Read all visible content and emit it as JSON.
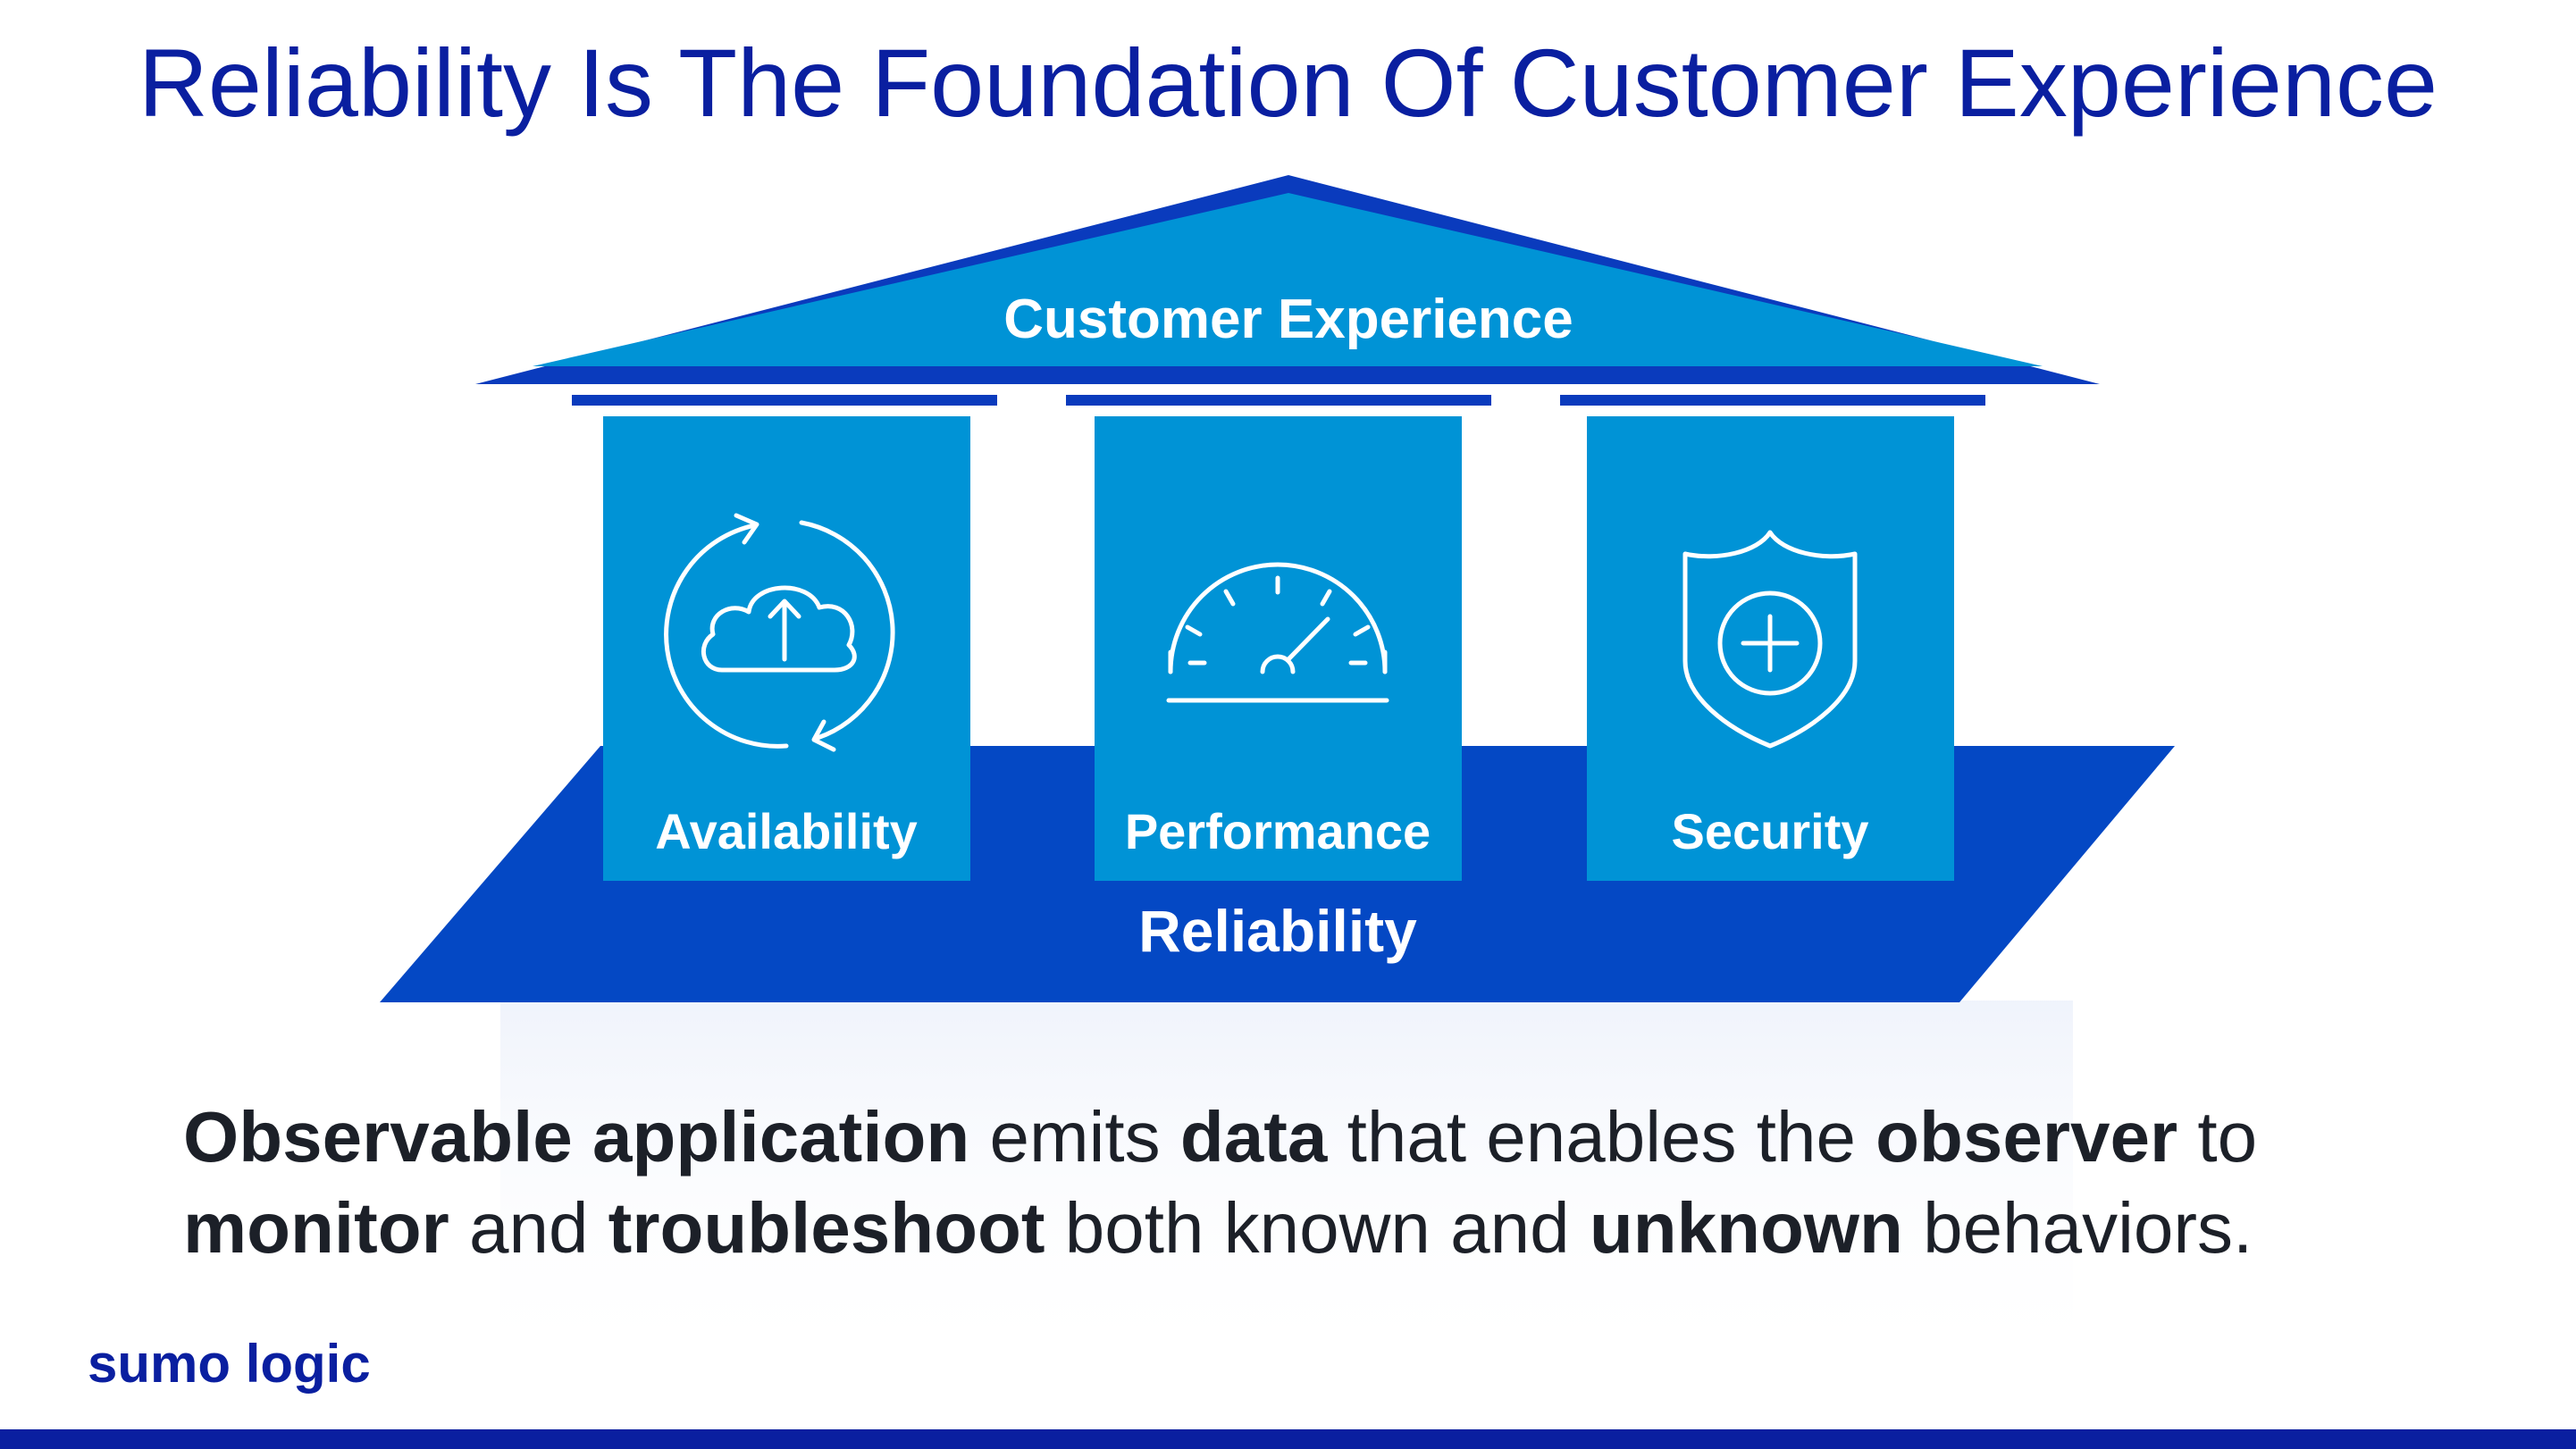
{
  "title": "Reliability Is The Foundation Of Customer Experience",
  "diagram": {
    "roof_label": "Customer Experience",
    "base_label": "Reliability",
    "pillars": [
      {
        "label": "Availability",
        "icon": "cloud-upload-cycle-icon"
      },
      {
        "label": "Performance",
        "icon": "speedometer-icon"
      },
      {
        "label": "Security",
        "icon": "shield-plus-icon"
      }
    ],
    "colors": {
      "roof": "#0093d6",
      "roof_outline": "#0a3bbd",
      "pillar": "#0093d6",
      "base": "#0448c4",
      "text": "#ffffff"
    }
  },
  "statement": {
    "line1": [
      {
        "text": "Observable application",
        "bold": true
      },
      {
        "text": " emits ",
        "bold": false
      },
      {
        "text": "data",
        "bold": true
      },
      {
        "text": " that enables the ",
        "bold": false
      },
      {
        "text": "observer",
        "bold": true
      },
      {
        "text": " to",
        "bold": false
      }
    ],
    "line2": [
      {
        "text": "monitor",
        "bold": true
      },
      {
        "text": " and ",
        "bold": false
      },
      {
        "text": "troubleshoot",
        "bold": true
      },
      {
        "text": " both known and ",
        "bold": false
      },
      {
        "text": "unknown",
        "bold": true
      },
      {
        "text": " behaviors.",
        "bold": false
      }
    ]
  },
  "logo": "sumo logic",
  "accent_color": "#0a1fa0"
}
